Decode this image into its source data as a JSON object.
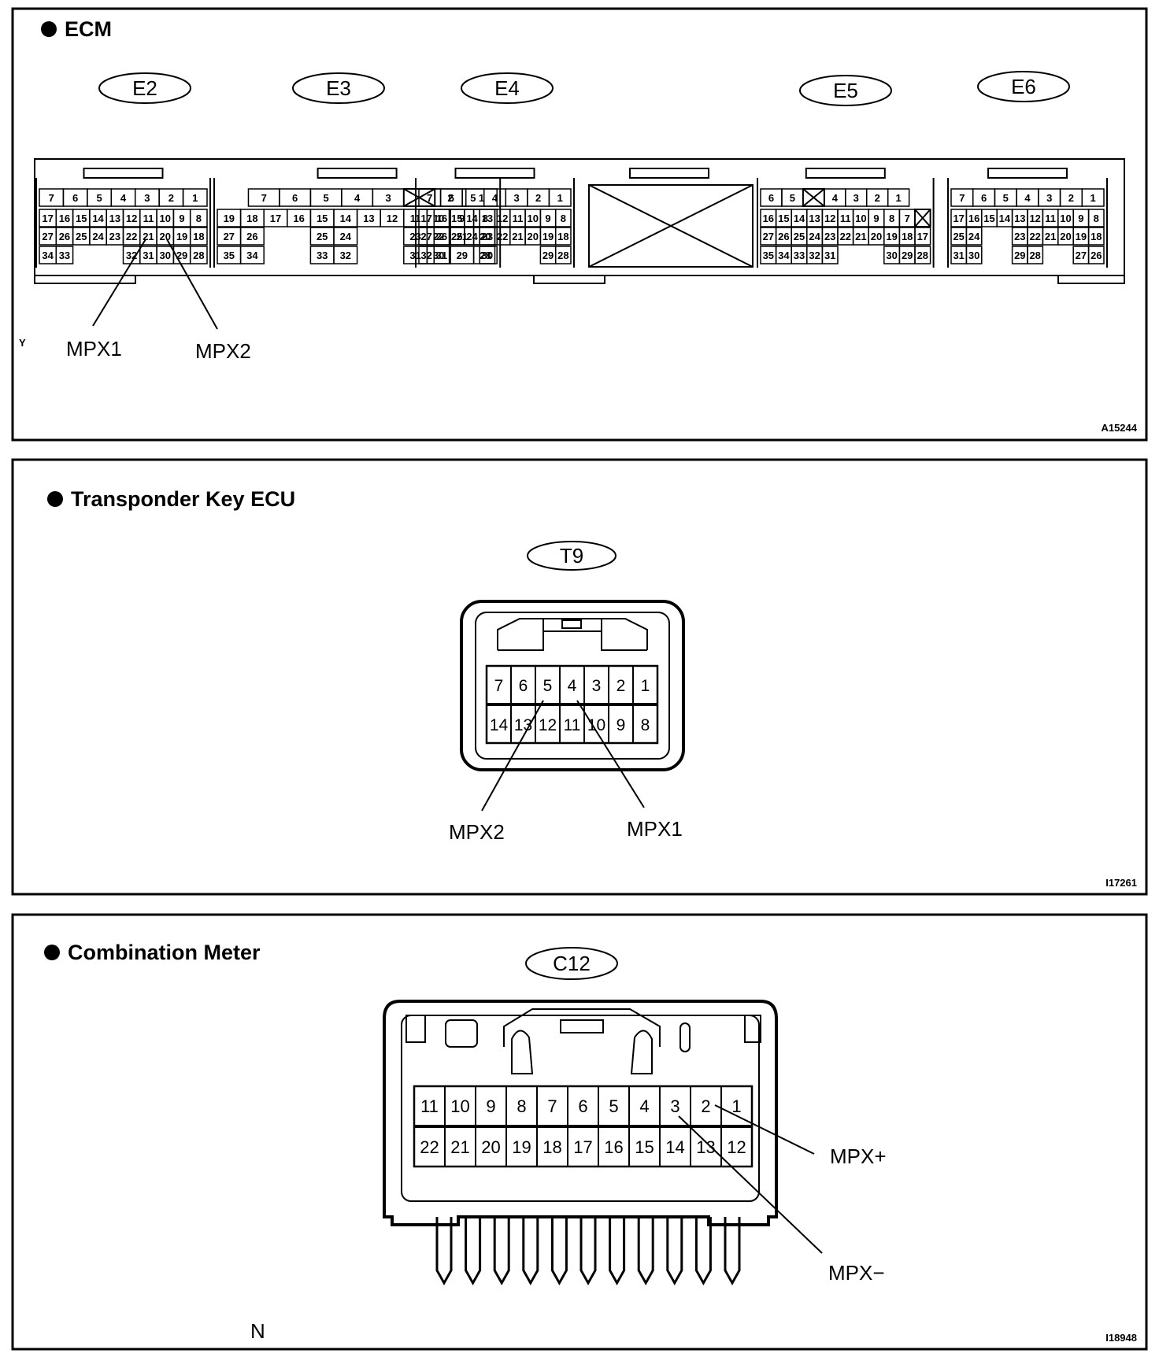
{
  "panels": {
    "ecm": {
      "title": "ECM",
      "figure_code": "A15244",
      "corner_letter": "Y",
      "connectors": [
        {
          "name": "E2",
          "rows": [
            [
              "7",
              "6",
              "5",
              "4",
              "3",
              "2",
              "1"
            ],
            [
              "17",
              "16",
              "15",
              "14",
              "13",
              "12",
              "11",
              "10",
              "9",
              "8"
            ],
            [
              "27",
              "26",
              "25",
              "24",
              "23",
              "22",
              "21",
              "20",
              "19",
              "18"
            ],
            [
              "34",
              "33",
              "",
              "",
              "",
              "32",
              "31",
              "30",
              "29",
              "28"
            ]
          ]
        },
        {
          "name": "E3",
          "rows": [
            [
              "",
              "7",
              "6",
              "5",
              "4",
              "3",
              "X",
              "2",
              "1"
            ],
            [
              "19",
              "18",
              "17",
              "16",
              "15",
              "14",
              "13",
              "12",
              "11",
              "10",
              "9",
              "8"
            ],
            [
              "27",
              "26",
              "",
              "",
              "25",
              "24",
              "",
              "",
              "23",
              "22",
              "21",
              "20"
            ],
            [
              "35",
              "34",
              "",
              "",
              "33",
              "32",
              "",
              "",
              "31",
              "30",
              "29",
              "28"
            ]
          ]
        },
        {
          "name": "E4",
          "rows": [
            [
              "7",
              "6",
              "5",
              "4",
              "3",
              "2",
              "1"
            ],
            [
              "17",
              "16",
              "15",
              "14",
              "13",
              "12",
              "11",
              "10",
              "9",
              "8"
            ],
            [
              "27",
              "26",
              "25",
              "24",
              "23",
              "22",
              "21",
              "20",
              "19",
              "18"
            ],
            [
              "32",
              "31",
              "",
              "",
              "30",
              "",
              "",
              "",
              "29",
              "28"
            ]
          ]
        },
        {
          "name": "E5",
          "rows": [
            [
              "6",
              "5",
              "X",
              "4",
              "3",
              "2",
              "1",
              ""
            ],
            [
              "16",
              "15",
              "14",
              "13",
              "12",
              "11",
              "10",
              "9",
              "8",
              "7",
              "X"
            ],
            [
              "27",
              "26",
              "25",
              "24",
              "23",
              "22",
              "21",
              "20",
              "19",
              "18",
              "17"
            ],
            [
              "35",
              "34",
              "33",
              "32",
              "31",
              "",
              "",
              "",
              "30",
              "29",
              "28"
            ]
          ]
        },
        {
          "name": "E6",
          "rows": [
            [
              "7",
              "6",
              "5",
              "4",
              "3",
              "2",
              "1"
            ],
            [
              "17",
              "16",
              "15",
              "14",
              "13",
              "12",
              "11",
              "10",
              "9",
              "8"
            ],
            [
              "25",
              "24",
              "",
              "",
              "23",
              "22",
              "21",
              "20",
              "19",
              "18"
            ],
            [
              "31",
              "30",
              "",
              "",
              "29",
              "28",
              "",
              "",
              "27",
              "26"
            ]
          ]
        }
      ],
      "callouts": [
        "MPX1",
        "MPX2"
      ]
    },
    "transponder": {
      "title": "Transponder Key ECU",
      "figure_code": "I17261",
      "connector": "T9",
      "rows": [
        [
          "7",
          "6",
          "5",
          "4",
          "3",
          "2",
          "1"
        ],
        [
          "14",
          "13",
          "12",
          "11",
          "10",
          "9",
          "8"
        ]
      ],
      "callouts": [
        "MPX2",
        "MPX1"
      ]
    },
    "meter": {
      "title": "Combination Meter",
      "figure_code": "I18948",
      "corner_letter": "N",
      "connector": "C12",
      "rows": [
        [
          "11",
          "10",
          "9",
          "8",
          "7",
          "6",
          "5",
          "4",
          "3",
          "2",
          "1"
        ],
        [
          "22",
          "21",
          "20",
          "19",
          "18",
          "17",
          "16",
          "15",
          "14",
          "13",
          "12"
        ]
      ],
      "callouts": [
        "MPX+",
        "MPX−"
      ]
    }
  }
}
